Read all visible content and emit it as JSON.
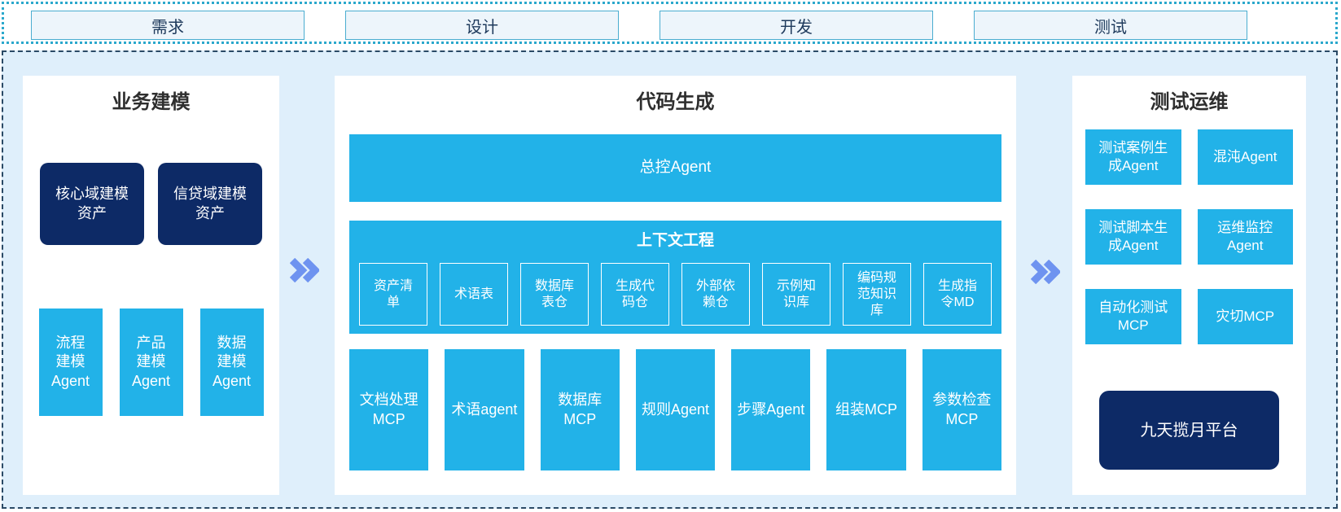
{
  "top_phases": [
    "需求",
    "设计",
    "开发",
    "测试"
  ],
  "left_panel": {
    "title": "业务建模",
    "assets": [
      "核心域建模\n资产",
      "信贷域建模\n资产"
    ],
    "agents": [
      "流程\n建模\nAgent",
      "产品\n建模\nAgent",
      "数据\n建模\nAgent"
    ]
  },
  "center_panel": {
    "title": "代码生成",
    "master_agent": "总控Agent",
    "context": {
      "title": "上下文工程",
      "items": [
        "资产清\n单",
        "术语表",
        "数据库\n表仓",
        "生成代\n码仓",
        "外部依\n赖仓",
        "示例知\n识库",
        "编码规\n范知识\n库",
        "生成指\n令MD"
      ]
    },
    "tools": [
      "文档处理\nMCP",
      "术语agent",
      "数据库\nMCP",
      "规则Agent",
      "步骤Agent",
      "组装MCP",
      "参数检查\nMCP"
    ]
  },
  "right_panel": {
    "title": "测试运维",
    "boxes": [
      "测试案例生\n成Agent",
      "混沌Agent",
      "测试脚本生\n成Agent",
      "运维监控\nAgent",
      "自动化测试\nMCP",
      "灾切MCP"
    ],
    "platform": "九天揽月平台"
  },
  "colors": {
    "cyan_box": "#22B2E8",
    "navy_box": "#0D2A66",
    "chevron": "#6E93F0",
    "top_strip_border": "#2BA8CC",
    "main_border": "#2A4A66",
    "main_background": "#DFEFFB",
    "phase_box_background": "#EDF5FB",
    "phase_box_border": "#4AADD0"
  }
}
